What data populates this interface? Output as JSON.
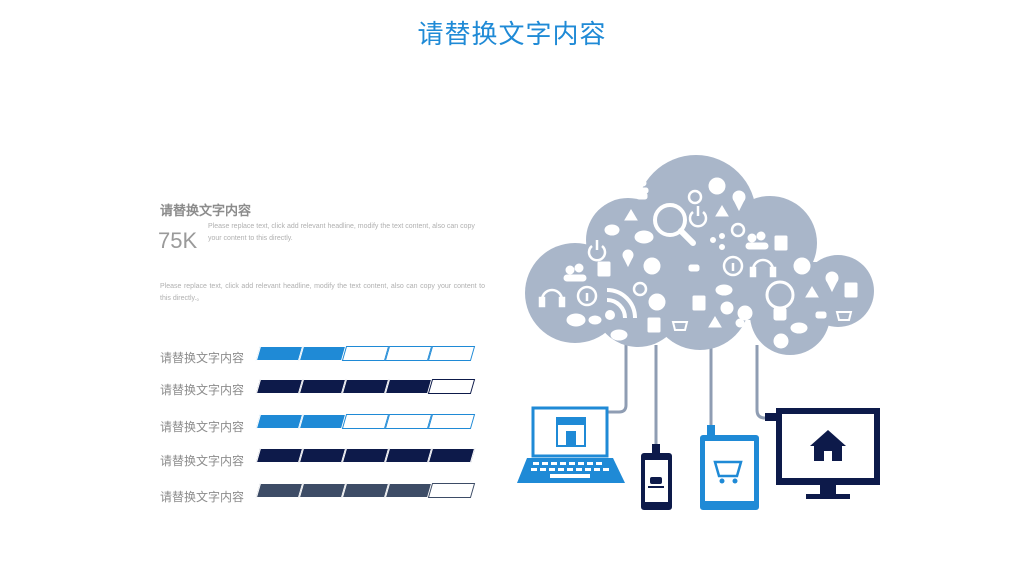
{
  "title": "请替换文字内容",
  "left": {
    "subhead": "请替换文字内容",
    "stat": "75K",
    "stat_desc": "Please replace text, click add relevant headline, modify the text content, also can copy your content to this directly.",
    "paragraph": "Please replace text, click add relevant headline, modify the text content, also can copy your content to this directly.。"
  },
  "rows": [
    {
      "label": "请替换文字内容",
      "filled": 2,
      "total": 5,
      "color": "#1f8ad6"
    },
    {
      "label": "请替换文字内容",
      "filled": 4,
      "total": 5,
      "color": "#0d1a4a"
    },
    {
      "label": "请替换文字内容",
      "filled": 2,
      "total": 5,
      "color": "#1f8ad6"
    },
    {
      "label": "请替换文字内容",
      "filled": 5,
      "total": 5,
      "color": "#0d1a4a"
    },
    {
      "label": "请替换文字内容",
      "filled": 4,
      "total": 5,
      "color": "#3d4c66"
    }
  ],
  "colors": {
    "accent": "#1f8ad6",
    "navy": "#0d1a4a",
    "cloud": "#a9b6c9",
    "text_gray": "#8c8c8c"
  },
  "illustration": {
    "cloud_icons": [
      "coffee-icon",
      "users-icon",
      "chat-icon",
      "pie-chart-icon",
      "location-icon",
      "power-icon",
      "search-icon",
      "alarm-icon",
      "refresh-icon",
      "rss-icon",
      "info-icon",
      "headset-icon",
      "lightbulb-icon",
      "document-icon",
      "cart-icon",
      "gear-icon",
      "globe-icon",
      "share-icon"
    ],
    "devices": [
      "laptop-store-icon",
      "phone-coffee-icon",
      "tablet-cart-icon",
      "monitor-home-icon"
    ]
  }
}
